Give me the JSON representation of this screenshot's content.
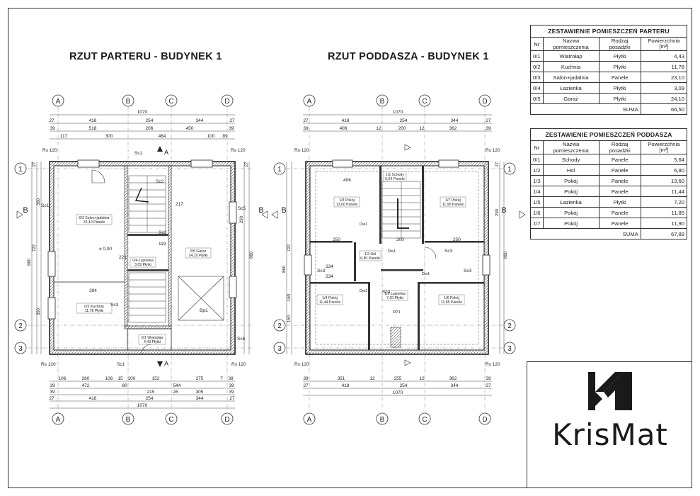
{
  "titles": {
    "ground": "RZUT PARTERU - BUDYNEK 1",
    "attic": "RZUT PODDASZA - BUDYNEK 1"
  },
  "axes": {
    "columns": [
      "A",
      "B",
      "C",
      "D"
    ],
    "rows": [
      "1",
      "B",
      "2",
      "3"
    ]
  },
  "ground_plan": {
    "dims_top": {
      "total": "1070",
      "row2": [
        "27",
        "418",
        "254",
        "344",
        "27"
      ],
      "row3": [
        "39",
        "518",
        "206",
        "450",
        "39"
      ],
      "row4": [
        "117",
        "300",
        "464",
        "100",
        "89"
      ]
    },
    "dims_bottom": {
      "row1": [
        "106",
        "260",
        "106",
        "15",
        "100",
        "152",
        "275",
        "7",
        "38"
      ],
      "row2": [
        "39",
        "472",
        "80",
        "544",
        "39"
      ],
      "row3": [
        "39",
        "215",
        "26",
        "305",
        "39"
      ],
      "row4": [
        "27",
        "418",
        "254",
        "344",
        "27"
      ],
      "total": "1070"
    },
    "dims_left": [
      "27",
      "350",
      "722",
      "350",
      "860"
    ],
    "dims_right": [
      "27",
      "860",
      "290"
    ],
    "labels": {
      "rs_tl": "Rs 120",
      "rs_tr": "Rs 120",
      "rs_bl": "Rs 120",
      "rs_br": "Rs 120",
      "sc1_top": "Sc1",
      "sc1_bottom": "Sc1",
      "sc1_left": "Sc1",
      "sc2": "Sc2",
      "sc3_a": "Sc3",
      "sc3_b": "Sc3",
      "sc5": "Sc5",
      "sc6": "Sc6",
      "sec_a_top": "A",
      "sec_a_bottom": "A",
      "bp1": "Bp1",
      "dim_394": "394",
      "dim_217": "217",
      "dim_221": "221",
      "dim_119": "119",
      "level": "± 0,00"
    },
    "rooms": [
      {
        "name": "0/3 Salon+jadalnia",
        "area": "23,10 Panele"
      },
      {
        "name": "0/2 Kuchnia",
        "area": "11,78 Płytki"
      },
      {
        "name": "0/4 Łazienka",
        "area": "3,09 Płytki"
      },
      {
        "name": "0/5 Garaż",
        "area": "24,10 Płytki"
      },
      {
        "name": "0/1 Wiatrołap",
        "area": "4,43 Płytki"
      }
    ]
  },
  "attic_plan": {
    "dims_top": {
      "total": "1070",
      "row2": [
        "27",
        "418",
        "254",
        "344",
        "27"
      ],
      "row3": [
        "39",
        "406",
        "12",
        "200",
        "12",
        "362",
        "39"
      ]
    },
    "dims_bottom": {
      "row1": [
        "39",
        "351",
        "12",
        "255",
        "12",
        "362",
        "39"
      ],
      "row2": [
        "27",
        "418",
        "254",
        "344",
        "27"
      ],
      "total": "1070"
    },
    "dims_left": [
      "722",
      "860",
      "160",
      "150"
    ],
    "dims_right": [
      "27",
      "860",
      "290"
    ],
    "labels": {
      "rs_tl": "Rs 120",
      "rs_tr": "Rs 120",
      "rs_bl": "Rs 120",
      "rs_br": "Rs 120",
      "sc3_a": "Sc3",
      "sc3_b": "Sc3",
      "sc3_c": "Sc3",
      "sc3_d": "Sc3",
      "dw1_a": "Dw1",
      "dw1_b": "Dw1",
      "dw1_c": "Dw1",
      "dw1_d": "Dw1",
      "dp1": "DP1",
      "dim_406": "406",
      "dim_250a": "250",
      "dim_250b": "250",
      "dim_234a": "234",
      "dim_234b": "234",
      "dim_200": "200"
    },
    "rooms": [
      {
        "name": "1/1 Schody",
        "area": "5,64 Panele"
      },
      {
        "name": "1/2 Hol",
        "area": "6,80 Panele"
      },
      {
        "name": "1/3 Pokój",
        "area": "13,60 Panele"
      },
      {
        "name": "1/4 Pokój",
        "area": "11,44 Panele"
      },
      {
        "name": "1/5 Łazienka",
        "area": "7,20 Płytki"
      },
      {
        "name": "1/6 Pokój",
        "area": "11,85 Panele"
      },
      {
        "name": "1/7 Pokój",
        "area": "11,90 Panele"
      }
    ]
  },
  "schedule_ground": {
    "title": "ZESTAWIENIE POMIESZCZEŃ PARTERU",
    "headers": [
      "Nr",
      "Nazwa pomieszczenia",
      "Rodzaj posadzki",
      "Powierzchnia [m²]"
    ],
    "rows": [
      [
        "0/1",
        "Wiatrołap",
        "Płytki",
        "4,43"
      ],
      [
        "0/2",
        "Kuchnia",
        "Płytki",
        "11,78"
      ],
      [
        "0/3",
        "Salon+jadalnia",
        "Panele",
        "23,10"
      ],
      [
        "0/4",
        "Łazienka",
        "Płytki",
        "3,09"
      ],
      [
        "0/5",
        "Garaż",
        "Płytki",
        "24,10"
      ]
    ],
    "sum_label": "SUMA",
    "sum_value": "66,50"
  },
  "schedule_attic": {
    "title": "ZESTAWIENIE POMIESZCZEŃ PODDASZA",
    "headers": [
      "Nr",
      "Nazwa pomieszczenia",
      "Rodzaj posadzki",
      "Powierzchnia [m²]"
    ],
    "rows": [
      [
        "0/1",
        "Schody",
        "Panele",
        "5,64"
      ],
      [
        "1/2",
        "Hol",
        "Panele",
        "6,80"
      ],
      [
        "1/3",
        "Pokój",
        "Panele",
        "13,60"
      ],
      [
        "1/4",
        "Pokój",
        "Panele",
        "11,44"
      ],
      [
        "1/5",
        "Łazienka",
        "Płytki",
        "7,20"
      ],
      [
        "1/6",
        "Pokój",
        "Panele",
        "11,85"
      ],
      [
        "1/7",
        "Pokój",
        "Panele",
        "11,90"
      ]
    ],
    "sum_label": "SUMA",
    "sum_value": "67,89"
  },
  "logo": {
    "text": "KrisMat",
    "icon": "krismat-logo-mark"
  }
}
